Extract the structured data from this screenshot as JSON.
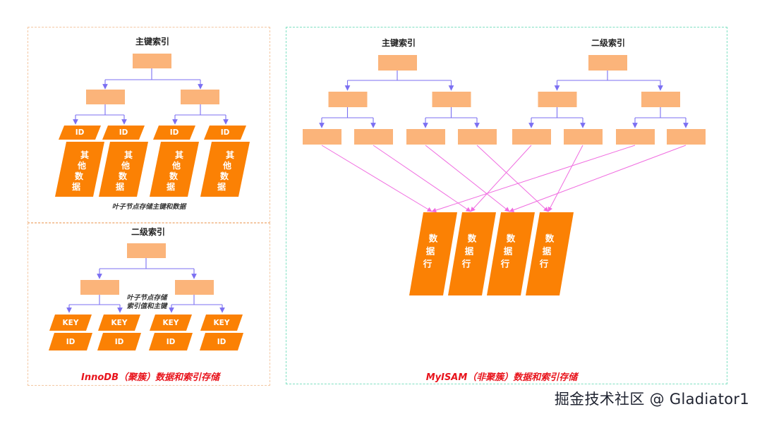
{
  "innodb": {
    "primary_title": "主键索引",
    "leaf_id": "ID",
    "leaf_data_chars": [
      "其",
      "他",
      "数",
      "据"
    ],
    "leaf_note": "叶子节点存储主键和数据",
    "secondary_title": "二级索引",
    "secondary_note_line1": "叶子节点存储",
    "secondary_note_line2": "索引值和主键",
    "leaf_key": "KEY",
    "caption": "InnoDB（聚簇）数据和索引存储"
  },
  "myisam": {
    "primary_title": "主键索引",
    "secondary_title": "二级索引",
    "row_chars": [
      "数",
      "据",
      "行"
    ],
    "caption": "MyISAM（非聚簇）数据和索引存储"
  },
  "watermark": "掘金技术社区 @ Gladiator1",
  "colors": {
    "node_light": "#fbb47a",
    "node_dark": "#fb8104",
    "tree_line": "#7b6ff2",
    "pointer_line": "#f06ce0",
    "innodb_border": "#f4c7a2",
    "myisam_border": "#7fe0c2",
    "caption": "#e8141c"
  }
}
